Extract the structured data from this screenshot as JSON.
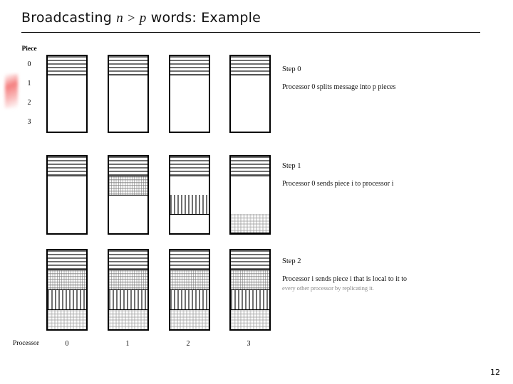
{
  "slide": {
    "title_prefix": "Broadcasting",
    "title_math_n": "n",
    "title_math_op": ">",
    "title_math_p": "p",
    "title_suffix": "words:  Example",
    "page_number": "12"
  },
  "axes": {
    "piece_caption": "Piece",
    "piece_labels": [
      "0",
      "1",
      "2",
      "3"
    ],
    "processor_caption": "Processor",
    "processor_labels": [
      "0",
      "1",
      "2",
      "3"
    ]
  },
  "patterns": {
    "piece0": "horizontal-stripes",
    "piece1": "dense-speckle",
    "piece2": "vertical-stripes",
    "piece3": "light-speckle"
  },
  "steps": [
    {
      "id": "step-0",
      "title": "Step 0",
      "description": "Processor  0 splits message into p pieces",
      "description_secondary": "",
      "grid": [
        [
          true,
          true,
          true,
          true
        ],
        [
          false,
          false,
          false,
          false
        ],
        [
          false,
          false,
          false,
          false
        ],
        [
          false,
          false,
          false,
          false
        ]
      ]
    },
    {
      "id": "step-1",
      "title": "Step 1",
      "description": "Processor 0 sends piece i to processor i",
      "description_secondary": "",
      "grid": [
        [
          true,
          true,
          true,
          true
        ],
        [
          false,
          true,
          false,
          false
        ],
        [
          false,
          false,
          true,
          false
        ],
        [
          false,
          false,
          false,
          true
        ]
      ]
    },
    {
      "id": "step-2",
      "title": "Step 2",
      "description": "Processor i sends piece i that is local to it to",
      "description_secondary": "every other processor by replicating it.",
      "grid": [
        [
          true,
          true,
          true,
          true
        ],
        [
          true,
          true,
          true,
          true
        ],
        [
          true,
          true,
          true,
          true
        ],
        [
          true,
          true,
          true,
          true
        ]
      ]
    }
  ],
  "colors": {
    "ink": "#000000",
    "hatch_gray": "#6f6f6f",
    "page_background": "#ffffff",
    "smudge_red": "#f47878"
  }
}
